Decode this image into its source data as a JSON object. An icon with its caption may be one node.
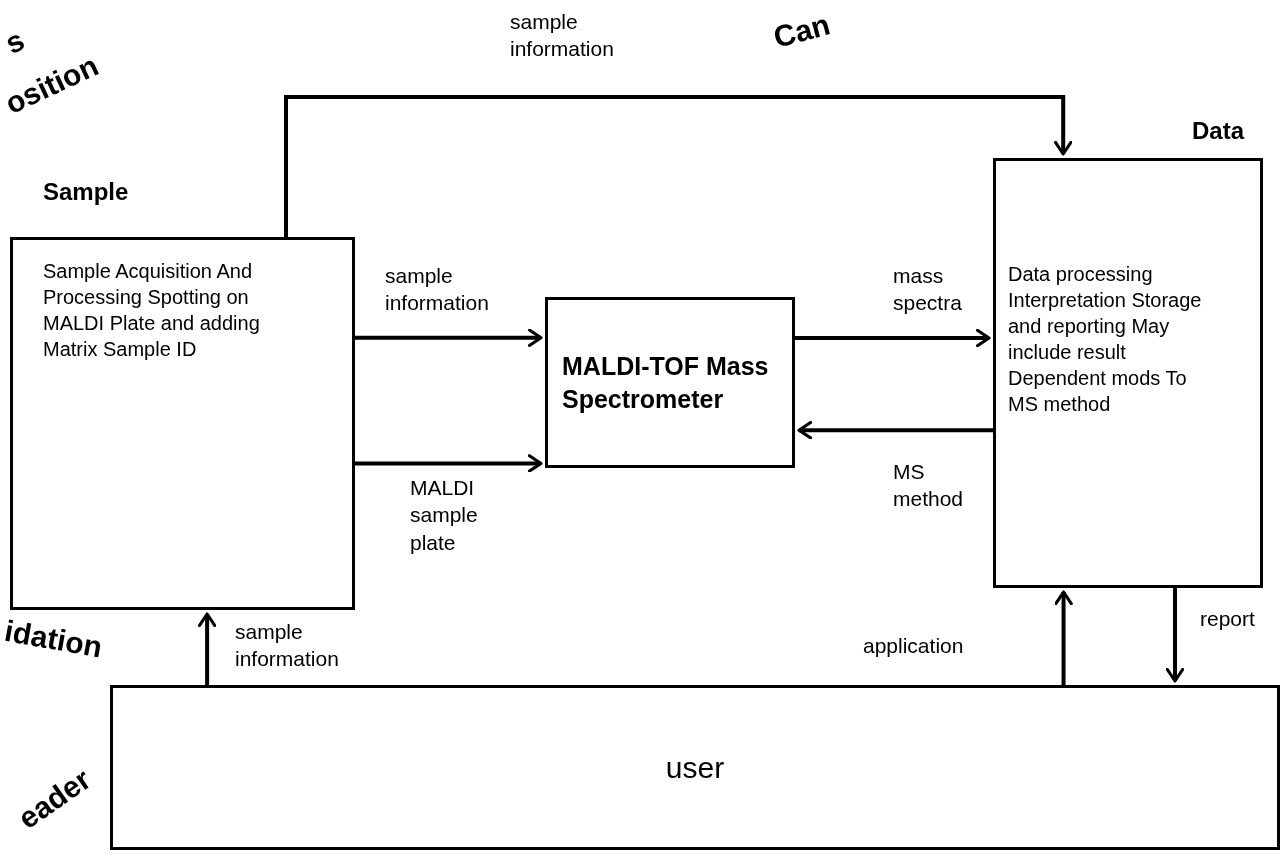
{
  "diagram": {
    "nodes": [
      {
        "text": [
          "Sample",
          "Sample Acquisition And Processing Spotting on MALDI Plate and adding Matrix Sample ID"
        ]
      },
      {
        "text": [
          "MALDI-TOF Mass Spectrometer"
        ]
      },
      {
        "text": [
          "Data",
          "Data processing Interpretation Storage and reporting May include result Dependent mods To MS method"
        ]
      },
      {
        "text": [
          "user"
        ]
      }
    ],
    "edges": [
      {
        "from": 0,
        "to": 2,
        "arrow": "to",
        "label": "sample information"
      },
      {
        "from": 0,
        "to": 1,
        "arrow": "to",
        "label": "sample information"
      },
      {
        "from": 0,
        "to": 1,
        "arrow": "to",
        "label": "MALDI sample plate"
      },
      {
        "from": 1,
        "to": 2,
        "arrow": "to",
        "label": "mass spectra"
      },
      {
        "from": 2,
        "to": 1,
        "arrow": "to",
        "label": "MS method"
      },
      {
        "from": 3,
        "to": 0,
        "arrow": "to",
        "label": "sample information"
      },
      {
        "from": 3,
        "to": 2,
        "arrow": "to",
        "label": "application"
      },
      {
        "from": 2,
        "to": 3,
        "arrow": "to",
        "label": "report"
      }
    ],
    "labels": [
      "s",
      "osition",
      "Can",
      "idation",
      "eader"
    ]
  }
}
